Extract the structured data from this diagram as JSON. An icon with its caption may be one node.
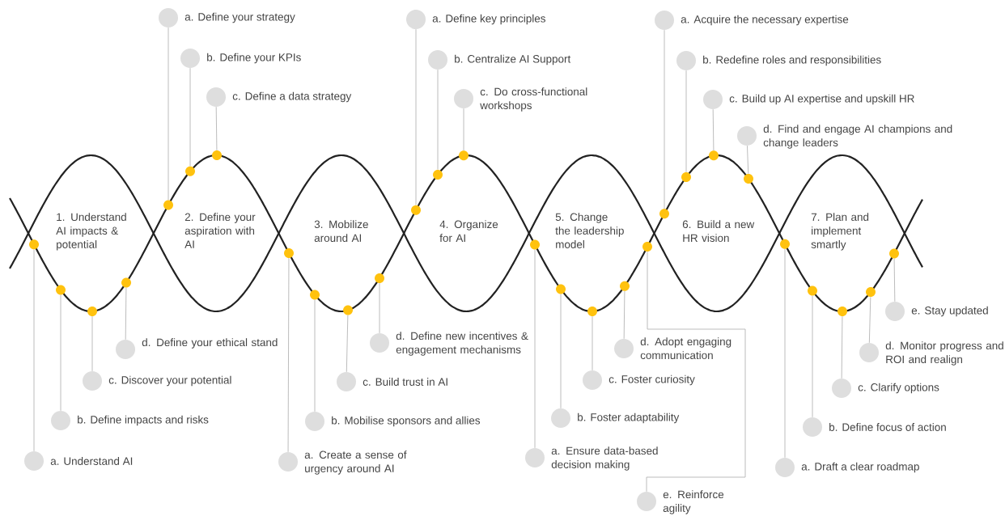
{
  "diagram": {
    "nodes": [
      {
        "text": [
          "a. Understand AI"
        ]
      },
      {
        "text": [],
        "shape": "circle"
      },
      {
        "text": [
          "b. Define impacts and risks"
        ]
      },
      {
        "text": [],
        "shape": "circle"
      },
      {
        "text": [
          "c. Discover your potential"
        ]
      },
      {
        "text": [],
        "shape": "circle"
      },
      {
        "text": [
          "d. Define your ethical stand"
        ]
      },
      {
        "text": [],
        "shape": "circle"
      },
      {
        "text": [
          "a. Define your strategy"
        ]
      },
      {
        "text": [],
        "shape": "circle"
      },
      {
        "text": [
          "b. Define your KPIs"
        ]
      },
      {
        "text": [],
        "shape": "circle"
      },
      {
        "text": [
          "c. Define a data strategy"
        ]
      },
      {
        "text": [],
        "shape": "circle"
      },
      {
        "text": [
          "a. Create a sense of urgency around AI"
        ]
      },
      {
        "text": [],
        "shape": "circle"
      },
      {
        "text": [
          "b. Mobilise sponsors and allies"
        ]
      },
      {
        "text": [],
        "shape": "circle"
      },
      {
        "text": [
          "c. Build trust in AI"
        ]
      },
      {
        "text": [],
        "shape": "circle"
      },
      {
        "text": [
          "d. Define new incentives & engagement mechanisms"
        ]
      },
      {
        "text": [],
        "shape": "circle"
      },
      {
        "text": [
          "a. Define key principles"
        ]
      },
      {
        "text": [],
        "shape": "circle"
      },
      {
        "text": [
          "b. Centralize AI Support"
        ]
      },
      {
        "text": [],
        "shape": "circle"
      },
      {
        "text": [
          "c. Do cross-functional workshops"
        ]
      },
      {
        "text": [],
        "shape": "circle"
      },
      {
        "text": [
          "a. Ensure data-based decision making"
        ]
      },
      {
        "text": [],
        "shape": "circle"
      },
      {
        "text": [
          "b. Foster adaptability"
        ]
      },
      {
        "text": [],
        "shape": "circle"
      },
      {
        "text": [
          "c. Foster curiosity"
        ]
      },
      {
        "text": [],
        "shape": "circle"
      },
      {
        "text": [
          "d. Adopt engaging communication"
        ]
      },
      {
        "text": [],
        "shape": "circle"
      },
      {
        "text": [
          "e. Reinforce agility"
        ]
      },
      {
        "text": [],
        "shape": "circle"
      },
      {
        "text": [
          "a. Acquire the necessary expertise"
        ]
      },
      {
        "text": [],
        "shape": "circle"
      },
      {
        "text": [
          "b. Redefine roles and responsibilities"
        ]
      },
      {
        "text": [],
        "shape": "circle"
      },
      {
        "text": [
          "c. Build up AI expertise and upskill HR"
        ]
      },
      {
        "text": [],
        "shape": "circle"
      },
      {
        "text": [
          "d. Find and engage AI champions and change leaders"
        ]
      },
      {
        "text": [],
        "shape": "circle"
      },
      {
        "text": [
          "a. Draft a clear roadmap"
        ]
      },
      {
        "text": [],
        "shape": "circle"
      },
      {
        "text": [
          "b. Define focus of action"
        ]
      },
      {
        "text": [],
        "shape": "circle"
      },
      {
        "text": [
          "c. Clarify options"
        ]
      },
      {
        "text": [],
        "shape": "circle"
      },
      {
        "text": [
          "d. Monitor progress and ROI and realign"
        ]
      },
      {
        "text": [],
        "shape": "circle"
      },
      {
        "text": [
          "e. Stay updated"
        ]
      },
      {
        "text": [],
        "shape": "circle"
      }
    ],
    "edges": [
      {
        "from": 0,
        "to": 1,
        "arrow": "none"
      },
      {
        "from": 2,
        "to": 3,
        "arrow": "none"
      },
      {
        "from": 4,
        "to": 5,
        "arrow": "none"
      },
      {
        "from": 6,
        "to": 7,
        "arrow": "none"
      },
      {
        "from": 8,
        "to": 9,
        "arrow": "none"
      },
      {
        "from": 10,
        "to": 11,
        "arrow": "none"
      },
      {
        "from": 12,
        "to": 13,
        "arrow": "none"
      },
      {
        "from": 14,
        "to": 15,
        "arrow": "none"
      },
      {
        "from": 16,
        "to": 17,
        "arrow": "none"
      },
      {
        "from": 18,
        "to": 19,
        "arrow": "none"
      },
      {
        "from": 20,
        "to": 21,
        "arrow": "none"
      },
      {
        "from": 22,
        "to": 23,
        "arrow": "none"
      },
      {
        "from": 24,
        "to": 25,
        "arrow": "none"
      },
      {
        "from": 26,
        "to": 27,
        "arrow": "none"
      },
      {
        "from": 28,
        "to": 29,
        "arrow": "none"
      },
      {
        "from": 30,
        "to": 31,
        "arrow": "none"
      },
      {
        "from": 32,
        "to": 33,
        "arrow": "none"
      },
      {
        "from": 34,
        "to": 35,
        "arrow": "none"
      },
      {
        "from": 36,
        "to": 37,
        "arrow": "none"
      },
      {
        "from": 38,
        "to": 39,
        "arrow": "none"
      },
      {
        "from": 40,
        "to": 41,
        "arrow": "none"
      },
      {
        "from": 42,
        "to": 43,
        "arrow": "none"
      },
      {
        "from": 44,
        "to": 45,
        "arrow": "none"
      },
      {
        "from": 46,
        "to": 47,
        "arrow": "none"
      },
      {
        "from": 48,
        "to": 49,
        "arrow": "none"
      },
      {
        "from": 50,
        "to": 51,
        "arrow": "none"
      },
      {
        "from": 52,
        "to": 53,
        "arrow": "none"
      },
      {
        "from": 54,
        "to": 55,
        "arrow": "none"
      }
    ],
    "labels": [
      "1. Understand AI impacts & potential",
      "2. Define your aspiration with AI",
      "3. Mobilize around AI",
      "4. Organize for AI",
      "5. Change the leadership model",
      "6. Build a new HR vision",
      "7. Plan and implement smartly"
    ]
  }
}
